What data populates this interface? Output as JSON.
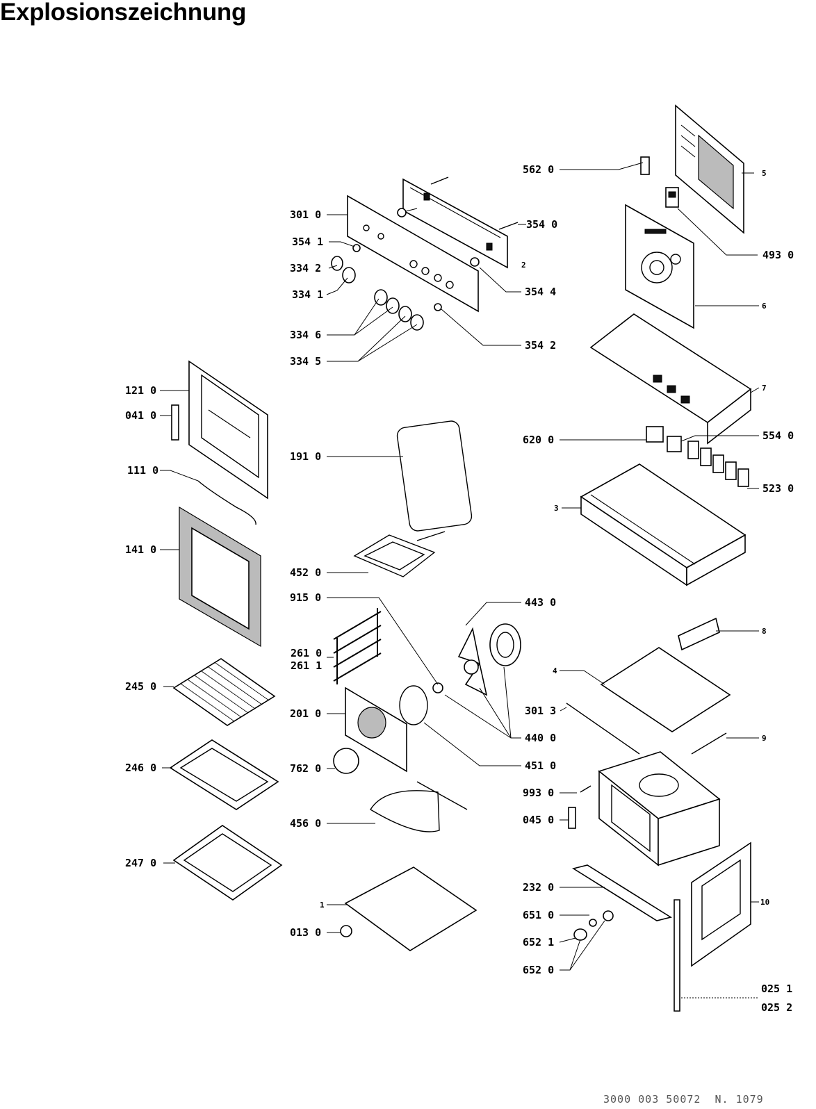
{
  "title": "Explosionszeichnung",
  "footer": {
    "doc_number": "3000 003 50072",
    "ref": "N. 1079"
  },
  "parts": {
    "p5620": "562 0",
    "p3010": "301 0",
    "p3540": "354 0",
    "p3541": "354 1",
    "p3342": "334 2",
    "p3341": "334 1",
    "p3544": "354 4",
    "p3346": "334 6",
    "p3542": "354 2",
    "p3345": "334 5",
    "p4930": "493 0",
    "p1210": "121 0",
    "p0410": "041 0",
    "p1110": "111 0",
    "p1410": "141 0",
    "p1910": "191 0",
    "p6200": "620 0",
    "p5540": "554 0",
    "p5230": "523 0",
    "p4520": "452 0",
    "p9150": "915 0",
    "p4430": "443 0",
    "p2610": "261 0",
    "p2611": "261 1",
    "p2450": "245 0",
    "p2010": "201 0",
    "p3013": "301 3",
    "p4400": "440 0",
    "p2460": "246 0",
    "p7620": "762 0",
    "p4510": "451 0",
    "p9930": "993 0",
    "p4560": "456 0",
    "p0450": "045 0",
    "p2470": "247 0",
    "p2320": "232 0",
    "p6510": "651 0",
    "p0130": "013 0",
    "p6521": "652 1",
    "p6520": "652 0",
    "p0251": "025 1",
    "p0252": "025 2",
    "n1": "1",
    "n2": "2",
    "n3": "3",
    "n4": "4",
    "n5": "5",
    "n6": "6",
    "n7": "7",
    "n8": "8",
    "n9": "9",
    "n10": "10"
  }
}
